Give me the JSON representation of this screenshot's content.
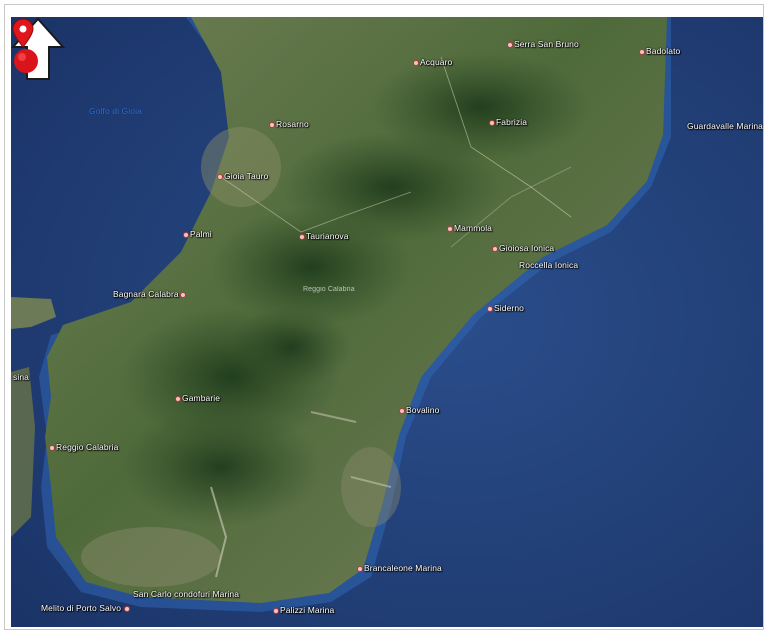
{
  "map": {
    "sea_label": "Golfo di Gioia",
    "region_label": "Reggio Calabria",
    "north_arrow_icon": "north-arrow-icon",
    "marker_icon": "map-pin-icon",
    "places": [
      {
        "id": "acquaro",
        "name": "Acquaro"
      },
      {
        "id": "serra",
        "name": "Serra San Bruno"
      },
      {
        "id": "badolato",
        "name": "Badolato"
      },
      {
        "id": "rosarno",
        "name": "Rosarno"
      },
      {
        "id": "fabrizia",
        "name": "Fabrizia"
      },
      {
        "id": "guardavalle",
        "name": "Guardavalle Marina"
      },
      {
        "id": "gioia",
        "name": "Gioia Tauro"
      },
      {
        "id": "palmi",
        "name": "Palmi"
      },
      {
        "id": "taurianova",
        "name": "Taurianova"
      },
      {
        "id": "mammola",
        "name": "Mammola"
      },
      {
        "id": "gioiosa",
        "name": "Gioiosa Ionica"
      },
      {
        "id": "roccella",
        "name": "Roccella Ionica"
      },
      {
        "id": "bagnara",
        "name": "Bagnara Calabra"
      },
      {
        "id": "siderno",
        "name": "Siderno"
      },
      {
        "id": "messina",
        "name": "sina"
      },
      {
        "id": "gambarie",
        "name": "Gambarie"
      },
      {
        "id": "bovalino",
        "name": "Bovalino"
      },
      {
        "id": "reggio",
        "name": "Reggio Calabria"
      },
      {
        "id": "brancaleone",
        "name": "Brancaleone Marina"
      },
      {
        "id": "sancarlo",
        "name": "San Carlo condofuri Marina"
      },
      {
        "id": "melito",
        "name": "Melito di Porto Salvo"
      },
      {
        "id": "palizzi",
        "name": "Palizzi Marina"
      }
    ]
  }
}
